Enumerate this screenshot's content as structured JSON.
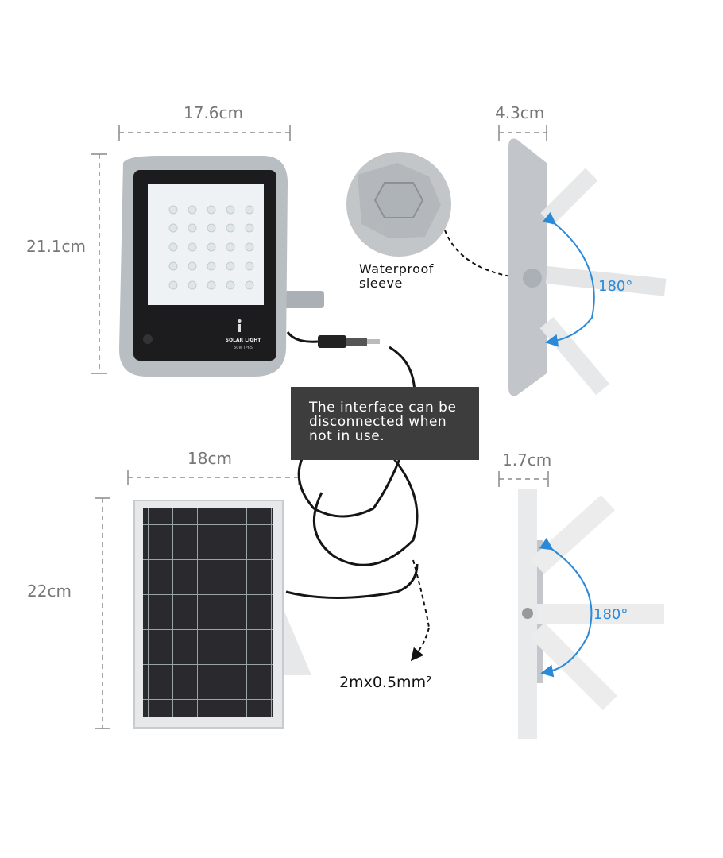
{
  "dimensions": {
    "lamp_width": "17.6cm",
    "lamp_height": "21.1cm",
    "lamp_depth": "4.3cm",
    "panel_width": "18cm",
    "panel_height": "22cm",
    "panel_depth": "1.7cm"
  },
  "lamp_branding": {
    "name": "SOLAR LIGHT",
    "spec": "50W IP65"
  },
  "callout_text": "The interface can be disconnected when not in use.",
  "waterproof_label": "Waterproof sleeve",
  "cable_spec": "2mx0.5mm²",
  "rotation_lamp": "180°",
  "rotation_panel": "180°",
  "colors": {
    "accent_blue": "#2a8ad8",
    "dimension_line": "#888888",
    "callout_bg": "#3d3d3d"
  }
}
